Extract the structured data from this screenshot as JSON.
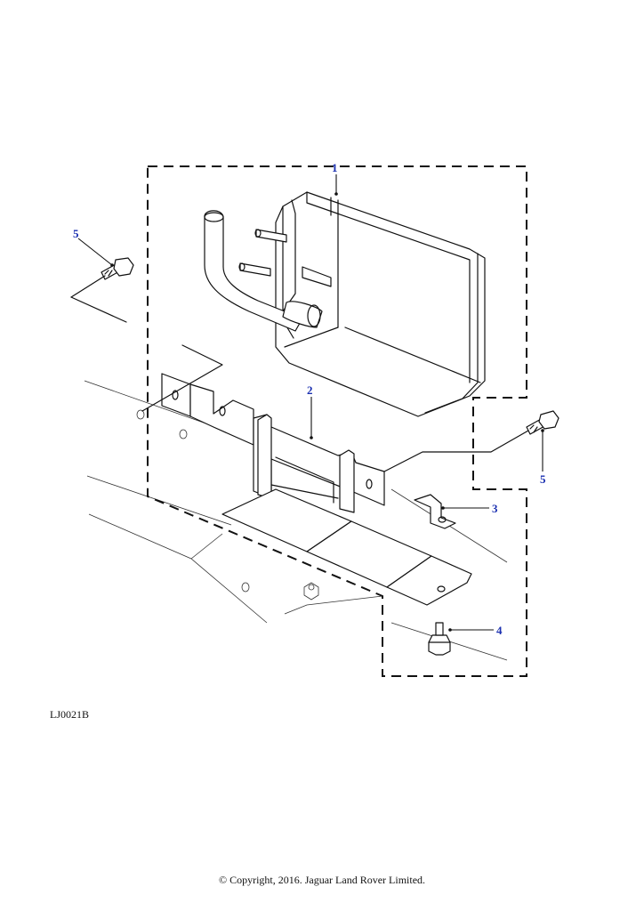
{
  "diagram": {
    "callouts": [
      {
        "id": "1",
        "label": "1"
      },
      {
        "id": "2",
        "label": "2"
      },
      {
        "id": "3",
        "label": "3"
      },
      {
        "id": "4",
        "label": "4"
      },
      {
        "id": "5a",
        "label": "5"
      },
      {
        "id": "5b",
        "label": "5"
      }
    ],
    "reference_code": "LJ0021B",
    "copyright": "© Copyright, 2016. Jaguar Land Rover Limited.",
    "colors": {
      "callout": "#1a2fb0",
      "line": "#111111",
      "background": "#ffffff"
    }
  }
}
